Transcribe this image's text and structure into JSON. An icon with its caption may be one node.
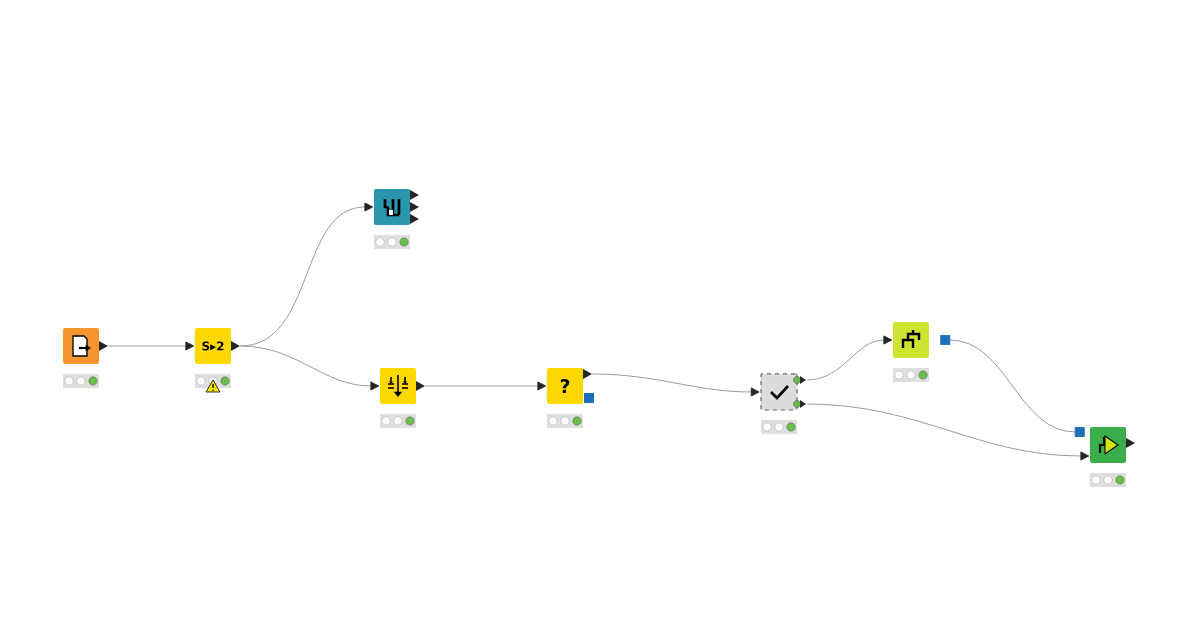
{
  "diagram": {
    "nodes": [
      {
        "text": [],
        "shape": "box"
      },
      {
        "text": [
          "S▸2"
        ]
      },
      {
        "text": [],
        "shape": "box"
      },
      {
        "text": [],
        "shape": "box"
      },
      {
        "text": [
          "?"
        ]
      },
      {
        "text": [],
        "shape": "box"
      },
      {
        "text": [],
        "shape": "box"
      },
      {
        "text": [],
        "shape": "box"
      }
    ],
    "edges": [
      {
        "from": 0,
        "to": 1,
        "arrow": "to"
      },
      {
        "from": 1,
        "to": 2,
        "arrow": "to"
      },
      {
        "from": 1,
        "to": 3,
        "arrow": "to"
      },
      {
        "from": 3,
        "to": 4,
        "arrow": "to"
      },
      {
        "from": 4,
        "to": 5,
        "arrow": "to"
      },
      {
        "from": 5,
        "to": 6,
        "arrow": "to"
      },
      {
        "from": 5,
        "to": 7,
        "arrow": "to"
      },
      {
        "from": 6,
        "to": 7,
        "arrow": "other"
      }
    ]
  }
}
